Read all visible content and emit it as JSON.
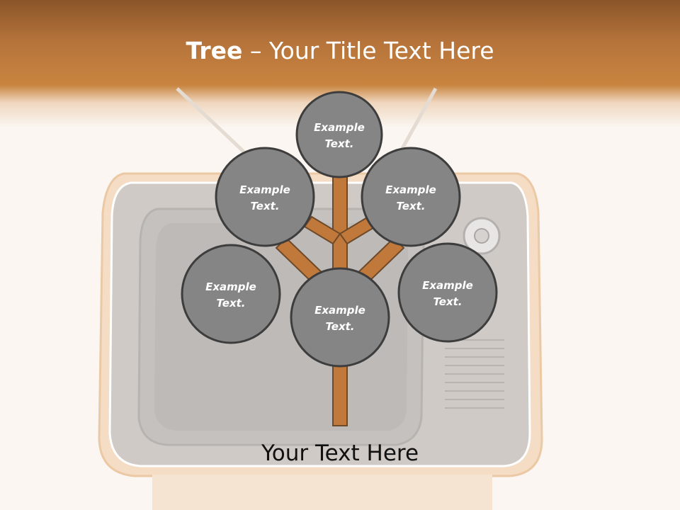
{
  "title": {
    "bold": "Tree",
    "dash": " – ",
    "rest": "Your Title Text Here"
  },
  "footer": {
    "text": "Your Text Here"
  },
  "nodes": [
    {
      "id": "top",
      "line1": "Example",
      "line2": "Text."
    },
    {
      "id": "upper-left",
      "line1": "Example",
      "line2": "Text."
    },
    {
      "id": "upper-right",
      "line1": "Example",
      "line2": "Text."
    },
    {
      "id": "lower-left",
      "line1": "Example",
      "line2": "Text."
    },
    {
      "id": "center",
      "line1": "Example",
      "line2": "Text."
    },
    {
      "id": "lower-right",
      "line1": "Example",
      "line2": "Text."
    }
  ],
  "colors": {
    "branch": "#c0793a",
    "node_fill": "#858585",
    "node_stroke": "#3d3d3d",
    "header": "#b6743b"
  }
}
